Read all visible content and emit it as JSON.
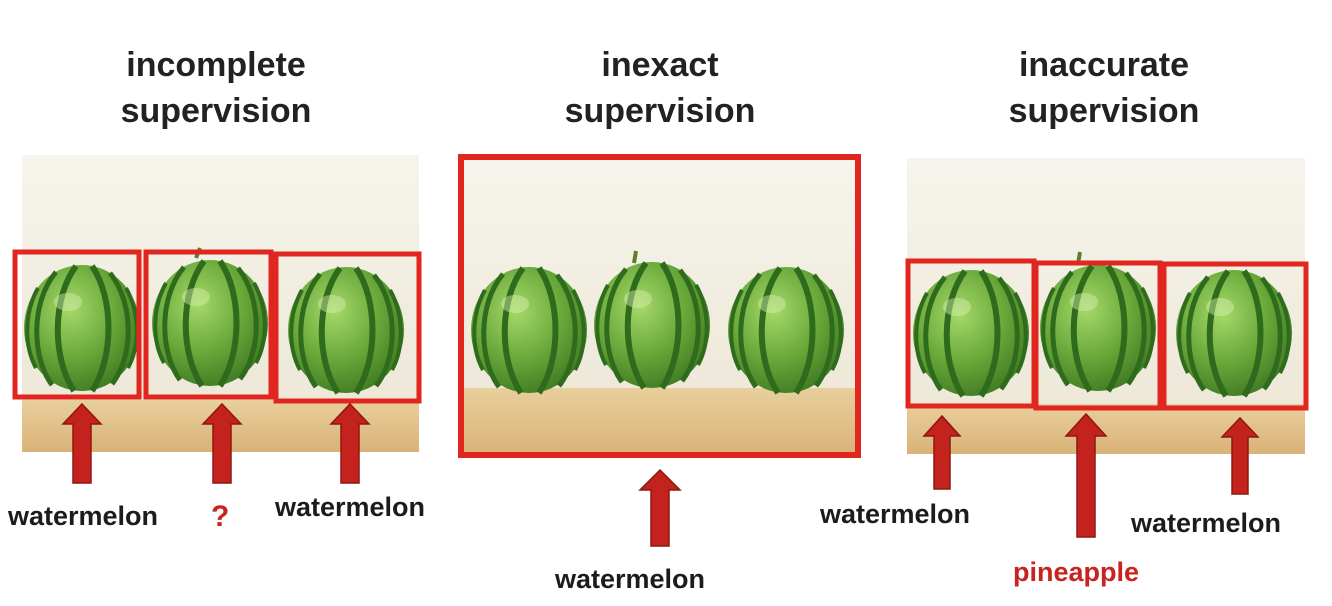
{
  "colors": {
    "box": "#e0261f",
    "arrow": "#c4221d",
    "label_red": "#c8231e",
    "melon_dark": "#2f6b1c",
    "melon_light": "#7bbd3f",
    "wall": "#f3f0e5",
    "table": "#e4c48c"
  },
  "panels": [
    {
      "title_line1": "incomplete",
      "title_line2": "supervision",
      "labels": [
        "watermelon",
        "?",
        "watermelon"
      ]
    },
    {
      "title_line1": "inexact",
      "title_line2": "supervision",
      "labels": [
        "watermelon"
      ]
    },
    {
      "title_line1": "inaccurate",
      "title_line2": "supervision",
      "labels": [
        "watermelon",
        "pineapple",
        "watermelon"
      ]
    }
  ]
}
